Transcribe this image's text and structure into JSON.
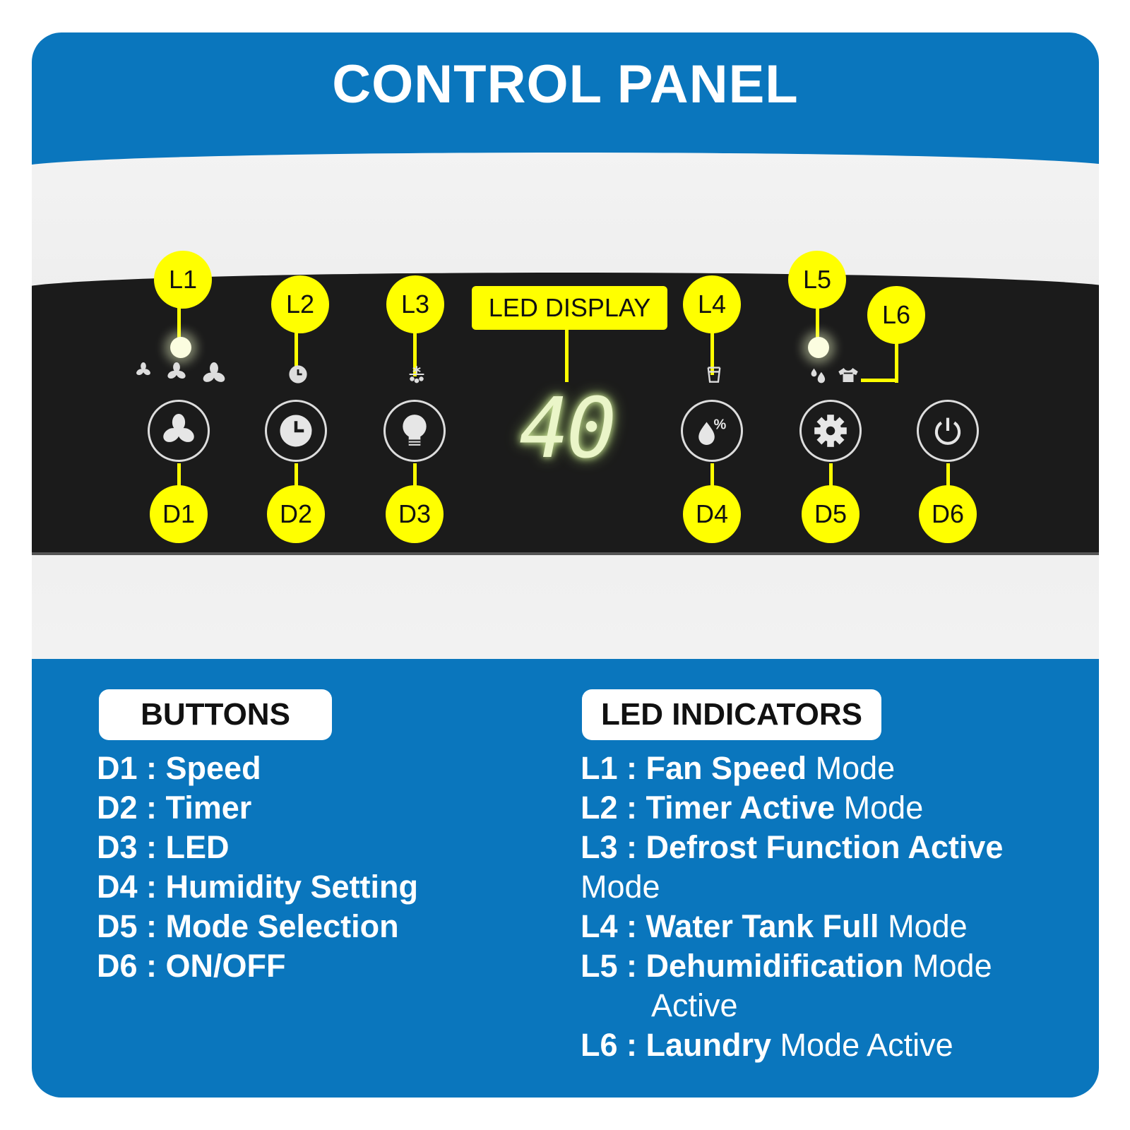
{
  "title": "CONTROL PANEL",
  "led_display": {
    "label": "LED DISPLAY",
    "value": "40"
  },
  "badges": {
    "L1": "L1",
    "L2": "L2",
    "L3": "L3",
    "L4": "L4",
    "L5": "L5",
    "L6": "L6",
    "D1": "D1",
    "D2": "D2",
    "D3": "D3",
    "D4": "D4",
    "D5": "D5",
    "D6": "D6"
  },
  "icons": {
    "D1": "fan-icon",
    "D2": "clock-icon",
    "D3": "bulb-icon",
    "D4": "humidity-drop-percent-icon",
    "D5": "gear-icon",
    "D6": "power-icon"
  },
  "lit_leds": [
    "L1",
    "L5"
  ],
  "buttons_section": {
    "heading": "BUTTONS",
    "items": [
      {
        "bold": "D1 : Speed"
      },
      {
        "bold": "D2 : Timer"
      },
      {
        "bold": "D3 : LED"
      },
      {
        "bold": "D4 : Humidity Setting"
      },
      {
        "bold": "D5 : Mode Selection"
      },
      {
        "bold": "D6 : ON/OFF"
      }
    ]
  },
  "led_section": {
    "heading": "LED INDICATORS",
    "items": [
      {
        "bold": "L1 : Fan Speed",
        "normal": "Mode"
      },
      {
        "bold": "L2 : Timer Active",
        "normal": "Mode"
      },
      {
        "bold": "L3 : Defrost Function Active",
        "normal": "Mode"
      },
      {
        "bold": "L4 : Water Tank Full",
        "normal": "Mode"
      },
      {
        "bold": "L5 : Dehumidification",
        "normal": "Mode",
        "normal2": "Active"
      },
      {
        "bold": "L6 : Laundry",
        "normal": "Mode Active"
      }
    ]
  },
  "colors": {
    "blue": "#0a76bd",
    "yellow": "#ffff00",
    "panel": "#1b1b1b"
  }
}
